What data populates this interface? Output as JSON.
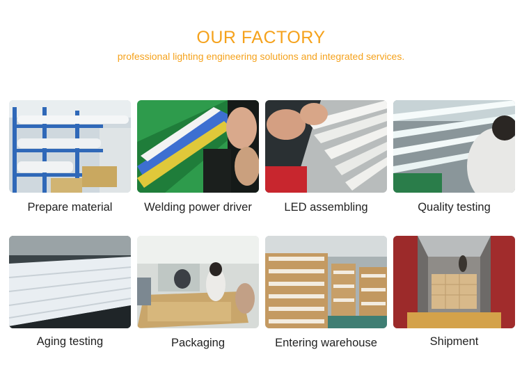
{
  "header": {
    "title": "OUR FACTORY",
    "subtitle": "professional lighting engineering solutions and integrated services."
  },
  "steps": [
    {
      "label": "Prepare material"
    },
    {
      "label": "Welding power driver"
    },
    {
      "label": "LED assembling"
    },
    {
      "label": "Quality testing"
    },
    {
      "label": "Aging testing"
    },
    {
      "label": "Packaging"
    },
    {
      "label": "Entering warehouse"
    },
    {
      "label": "Shipment"
    }
  ],
  "colors": {
    "accent": "#f5a21c",
    "text": "#222222"
  }
}
